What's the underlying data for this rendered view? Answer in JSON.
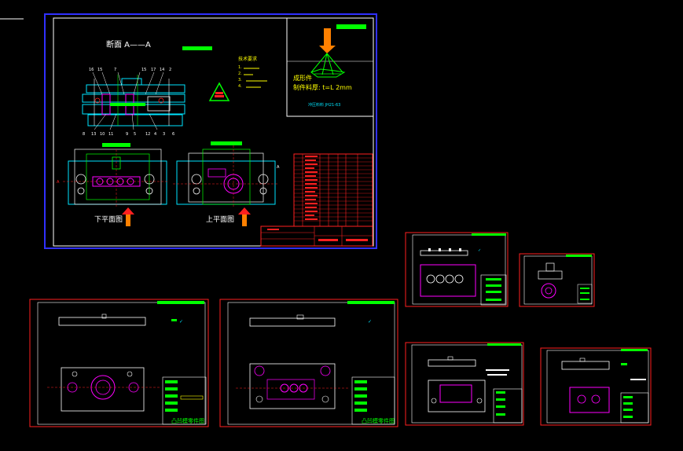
{
  "main_sheet": {
    "section_label": "断面 A——A",
    "lower_plan_label": "下平面图",
    "upper_plan_label": "上平面图",
    "tech_req_title": "技术要求",
    "tech_req_items": [
      "1.",
      "2.",
      "3.",
      "4."
    ],
    "part_title": "成形件",
    "part_material": "制件料厚: t=L 2mm",
    "part_note": "冲压料料  JH21-63",
    "callouts_top": [
      "16",
      "15",
      "7",
      "15",
      "17",
      "14",
      "2"
    ],
    "callouts_bottom": [
      "8",
      "13",
      "10",
      "11",
      "9",
      "5",
      "12",
      "4",
      "3",
      "6"
    ]
  },
  "sheets": [
    {
      "id": "sheet-lower-die",
      "label": "凸凹模零件图"
    },
    {
      "id": "sheet-upper-die",
      "label": "凸凹模零件图"
    }
  ],
  "colors": {
    "border_red": "#ff2020",
    "frame_blue": "#3030ff",
    "cyan": "#00e5ff",
    "magenta": "#ff00ff",
    "green": "#00ff00",
    "yellow": "#ffff00",
    "white": "#ffffff",
    "orange": "#ff8000"
  }
}
